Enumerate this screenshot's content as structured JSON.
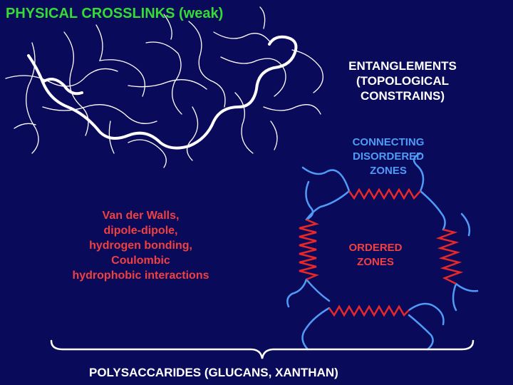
{
  "title": "PHYSICAL CROSSLINKS (weak)",
  "entanglements": {
    "line1": "ENTANGLEMENTS",
    "line2": "(TOPOLOGICAL",
    "line3": "CONSTRAINS)"
  },
  "disordered": {
    "line1": "CONNECTING",
    "line2": "DISORDERED",
    "line3": "ZONES"
  },
  "ordered": {
    "line1": "ORDERED",
    "line2": "ZONES"
  },
  "forces": [
    "Van der Walls,",
    "dipole-dipole,",
    "hydrogen bonding,",
    "Coulombic",
    "hydrophobic interactions"
  ],
  "bottom_label": "POLYSACCARIDES (GLUCANS, XANTHAN)",
  "colors": {
    "background": "#0a0a5a",
    "title": "#33dd33",
    "disordered": "#4f9bf7",
    "ordered": "#f04040",
    "chains": "#ffffff"
  }
}
